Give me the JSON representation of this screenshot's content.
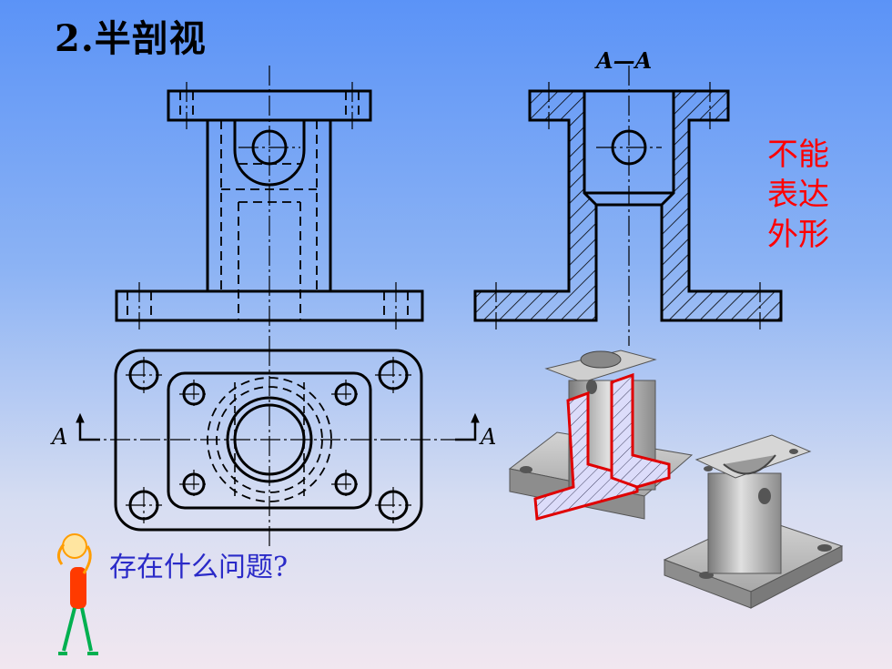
{
  "title": "2.半剖视",
  "section_label": "A—A",
  "note_lines": [
    "不能",
    "表达",
    "外形"
  ],
  "question": "存在什么问题?",
  "cut_labels": {
    "left": "A",
    "right": "A"
  },
  "colors": {
    "section_outline": "#e00000",
    "hatch_fill": "#d8d8f8",
    "note_text": "#ff0000",
    "question_text": "#2a2ac8"
  },
  "icons": [
    "thinking-person-icon"
  ]
}
